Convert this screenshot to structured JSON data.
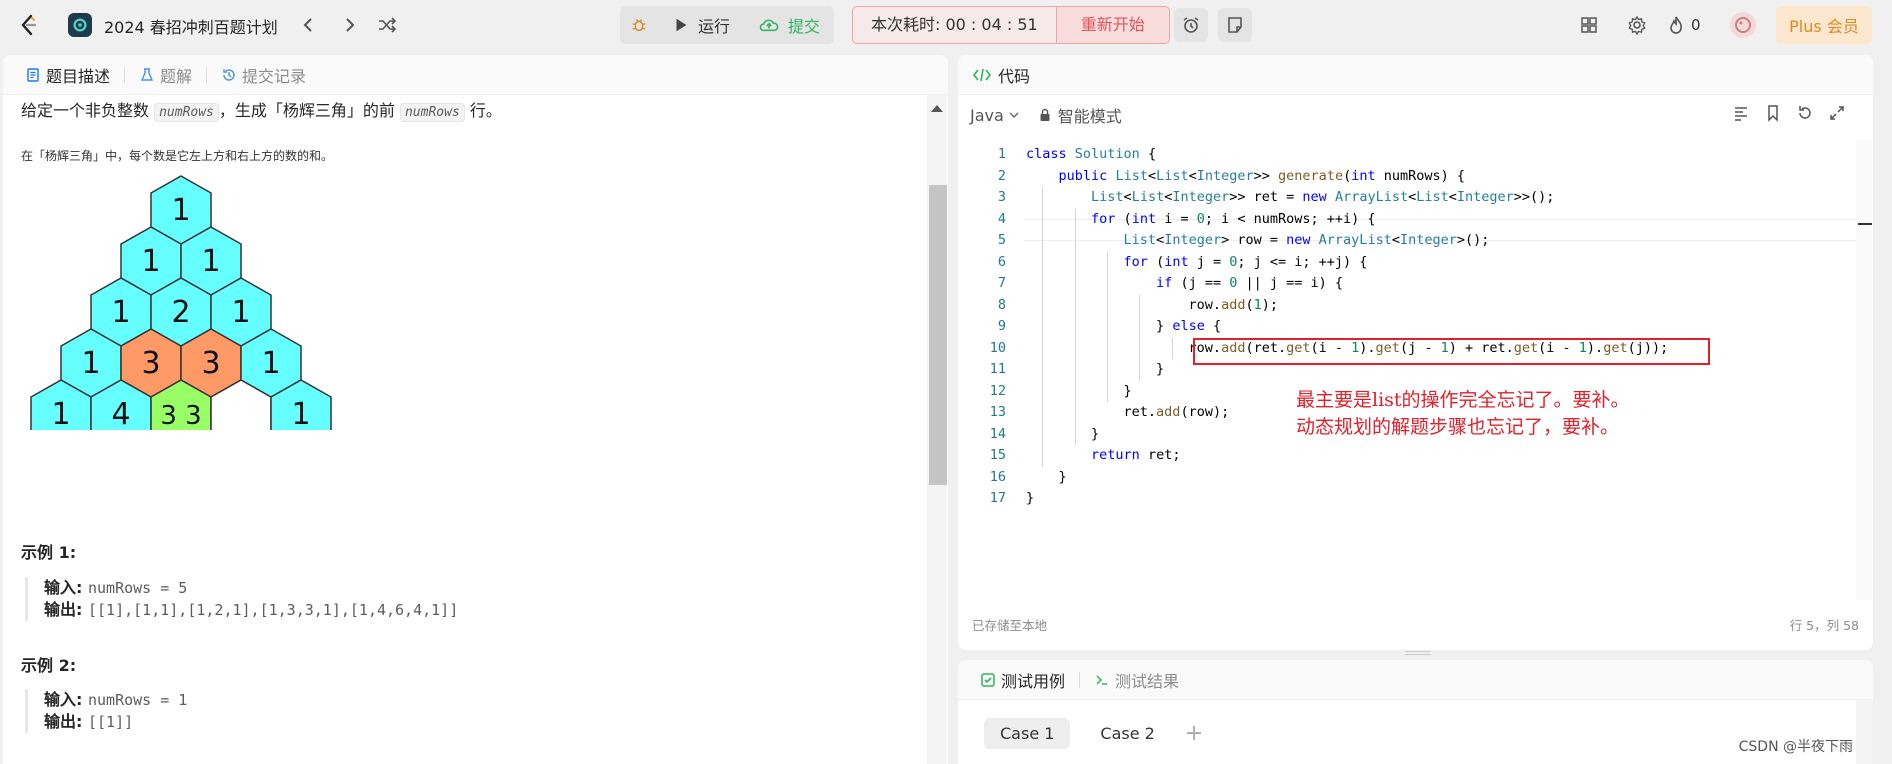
{
  "topbar": {
    "plan_title": "2024 春招冲刺百题计划",
    "run_label": "运行",
    "submit_label": "提交",
    "timer_text": "本次耗时: 00 : 04 : 51",
    "restart_label": "重新开始",
    "fire_count": "0",
    "plus_label": "Plus 会员"
  },
  "left": {
    "tabs": [
      "题目描述",
      "题解",
      "提交记录"
    ],
    "intro_a": "给定一个非负整数 ",
    "intro_code1": "numRows",
    "intro_b": "，生成「杨辉三角」的前 ",
    "intro_code2": "numRows",
    "intro_c": " 行。",
    "note": "在「杨辉三角」中，每个数是它左上方和右上方的数的和。",
    "triangle_rows": [
      [
        "1"
      ],
      [
        "1",
        "1"
      ],
      [
        "1",
        "2",
        "1"
      ],
      [
        "1",
        "3",
        "3",
        "1"
      ],
      [
        "1",
        "4",
        "3 3",
        "",
        "1"
      ]
    ],
    "example1_title": "示例 1:",
    "example1_input_label": "输入: ",
    "example1_input": "numRows = 5",
    "example1_output_label": "输出: ",
    "example1_output": "[[1],[1,1],[1,2,1],[1,3,3,1],[1,4,6,4,1]]",
    "example2_title": "示例 2:",
    "example2_input_label": "输入: ",
    "example2_input": "numRows = 1",
    "example2_output_label": "输出: ",
    "example2_output": "[[1]]"
  },
  "right": {
    "header": "代码",
    "language": "Java",
    "mode": "智能模式",
    "code_lines": [
      "class Solution {",
      "    public List<List<Integer>> generate(int numRows) {",
      "        List<List<Integer>> ret = new ArrayList<List<Integer>>();",
      "        for (int i = 0; i < numRows; ++i) {",
      "            List<Integer> row = new ArrayList<Integer>();",
      "            for (int j = 0; j <= i; ++j) {",
      "                if (j == 0 || j == i) {",
      "                    row.add(1);",
      "                } else {",
      "                    row.add(ret.get(i - 1).get(j - 1) + ret.get(i - 1).get(j));",
      "                }",
      "            }",
      "            ret.add(row);",
      "        }",
      "        return ret;",
      "    }",
      "}"
    ],
    "annotation_line1": "最主要是list的操作完全忘记了。要补。",
    "annotation_line2": "动态规划的解题步骤也忘记了，要补。",
    "saved_text": "已存储至本地",
    "cursor_pos": "行 5，列 58"
  },
  "bottom": {
    "tabs": [
      "测试用例",
      "测试结果"
    ],
    "cases": [
      "Case 1",
      "Case 2"
    ],
    "add_case": "+",
    "watermark": "CSDN @半夜下雨"
  },
  "colors": {
    "cyan": "#66ffff",
    "orange": "#ff9966",
    "green": "#99ff66",
    "annot_red": "#e0202a",
    "submit_green": "#2db55d"
  }
}
